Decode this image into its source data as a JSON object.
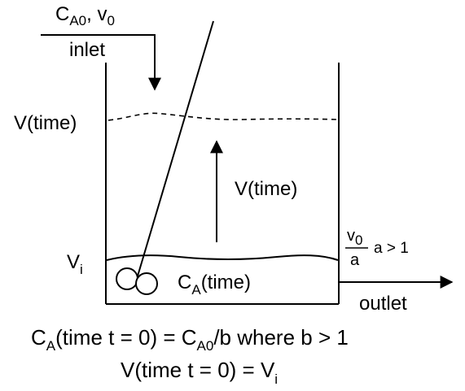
{
  "inlet": {
    "label": "inlet",
    "conc": "C",
    "conc_sub": "A0",
    "flow": ", v",
    "flow_sub": "0"
  },
  "level_label": "V(time)",
  "rise_label": "V(time)",
  "initial_level": {
    "main": "V",
    "sub": "i"
  },
  "tank_conc": {
    "main": "C",
    "sub": "A",
    "rest": "(time)"
  },
  "outlet": {
    "label": "outlet",
    "numerator": "v",
    "numerator_sub": "0",
    "denominator": "a",
    "condition": "a > 1"
  },
  "eq1": {
    "c": "C",
    "c_sub": "A",
    "mid": "(time t = 0) =  C",
    "c0_sub": "A0",
    "rest": "/b  where b > 1"
  },
  "eq2": {
    "main": "V(time t = 0) = V",
    "sub": "i"
  }
}
